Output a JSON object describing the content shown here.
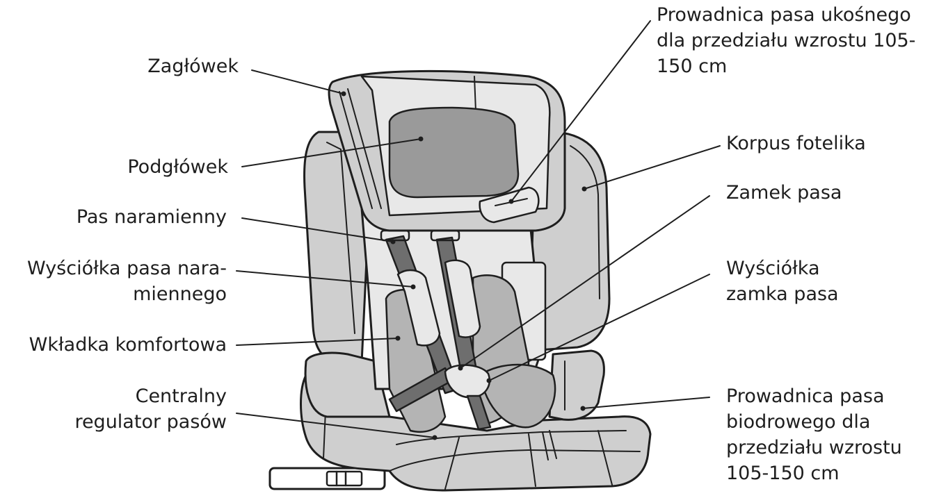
{
  "colors": {
    "ink": "#1e1e1e",
    "shell": "#cfcfcf",
    "back_panel": "#e8e8e8",
    "headrest": "#9a9a9a",
    "pad": "#b4b4b4",
    "strap": "#6e6e6e",
    "background": "#ffffff"
  },
  "labels": {
    "zaglowek": "Zagłówek",
    "podglowek": "Podgłówek",
    "pas_naramienny": "Pas naramienny",
    "wysciolka_pasa_naramiennego": "Wyściółka pasa nara-\nmiennego",
    "wkladka_komfortowa": "Wkładka komfortowa",
    "centralny_regulator": "Centralny\nregulator pasów",
    "prowadnica_ukosnego": "Prowadnica pasa ukośnego\ndla przedziału wzrostu 105-\n150 cm",
    "korpus_fotelika": "Korpus fotelika",
    "zamek_pasa": "Zamek pasa",
    "wysciolka_zamka": "Wyściółka\nzamka pasa",
    "prowadnica_biodrowego": "Prowadnica pasa\nbiodrowego dla\nprzedziału wzrostu\n105-150 cm"
  }
}
